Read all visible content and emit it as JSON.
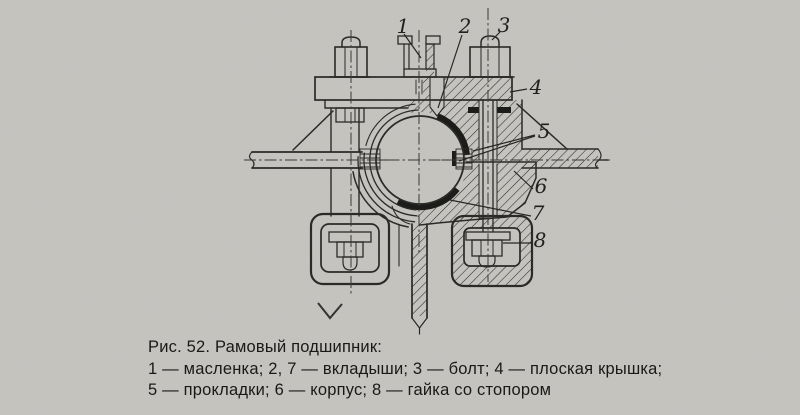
{
  "figure": {
    "figure_number": "Рис. 52.",
    "figure_title": "Рамовый подшипник",
    "caption_lines": [
      "Рис. 52. Рамовый подшипник:",
      "1 — масленка; 2, 7 — вкладыши; 3 — болт; 4 — плоская крышка;",
      "5 — прокладки; 6 — корпус; 8 — гайка со стопором"
    ],
    "legend": [
      {
        "keys": "1",
        "label": "масленка"
      },
      {
        "keys": "2, 7",
        "label": "вкладыши"
      },
      {
        "keys": "3",
        "label": "болт"
      },
      {
        "keys": "4",
        "label": "плоская крышка"
      },
      {
        "keys": "5",
        "label": "прокладки"
      },
      {
        "keys": "6",
        "label": "корпус"
      },
      {
        "keys": "8",
        "label": "гайка со стопором"
      }
    ],
    "callouts": [
      "1",
      "2",
      "3",
      "4",
      "5",
      "6",
      "7",
      "8"
    ],
    "colors": {
      "paper": "#c7c6c2",
      "ink": "#2a2a28",
      "caption_text": "#191918"
    }
  }
}
